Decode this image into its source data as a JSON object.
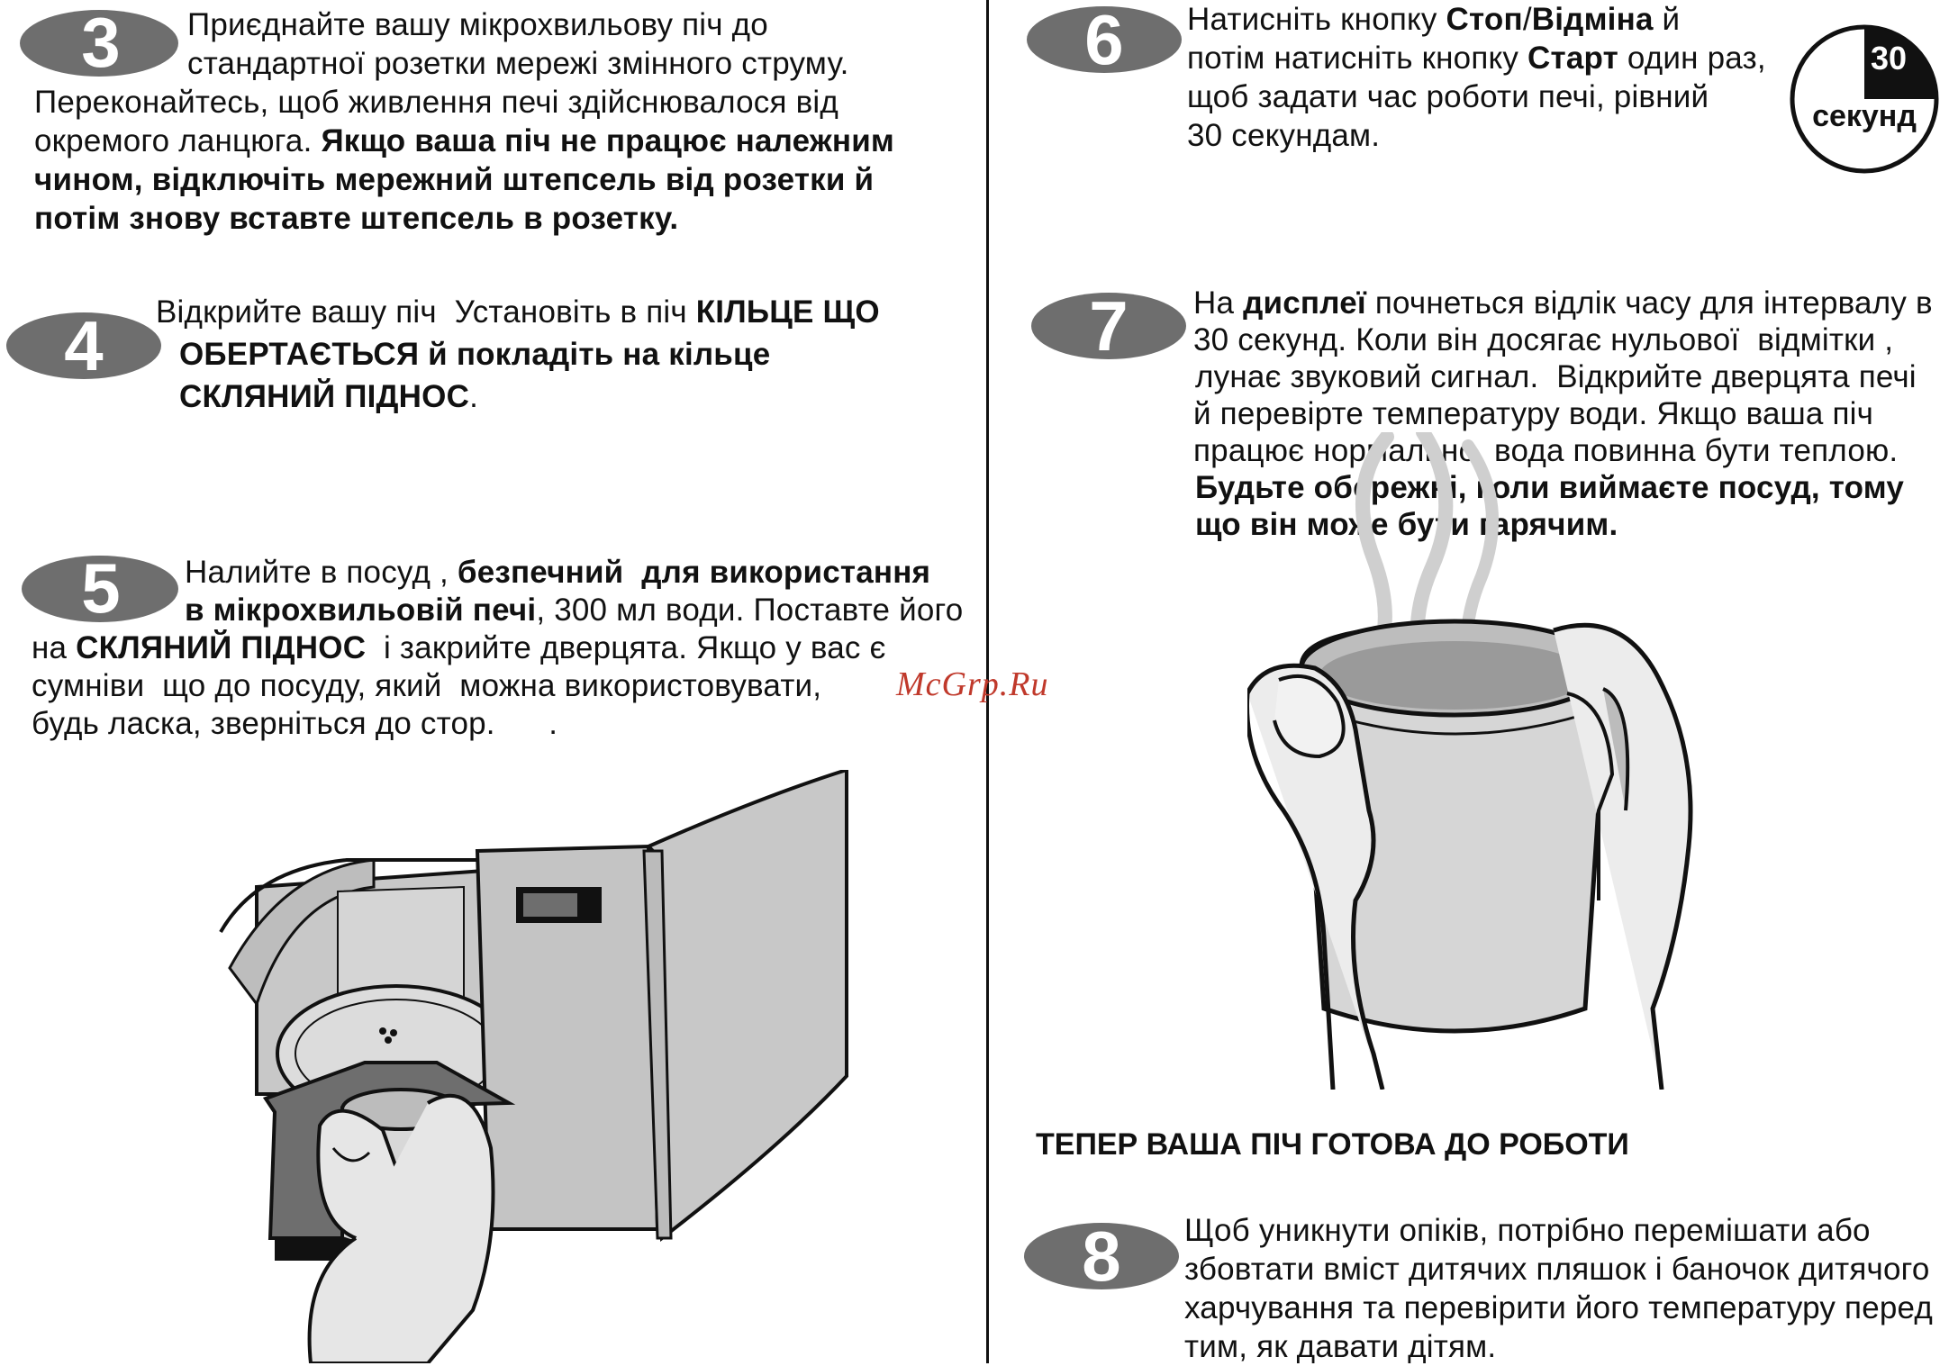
{
  "steps": {
    "s3": {
      "number": "3",
      "lines": [
        [
          {
            "t": "Приєднайте вашу мікрохвильову піч до"
          }
        ],
        [
          {
            "t": "стандартної розетки мережі змінного струму."
          }
        ],
        [
          {
            "t": "Переконайтесь, щоб живлення печі здійснювалося від"
          }
        ],
        [
          {
            "t": "окремого ланцюга. "
          },
          {
            "t": "Якщо ваша піч не працює належним",
            "b": true
          }
        ],
        [
          {
            "t": "чином, відключіть мережний штепсель від розетки й",
            "b": true
          }
        ],
        [
          {
            "t": "потім знову вставте штепсель в розетку.",
            "b": true
          }
        ]
      ]
    },
    "s4": {
      "number": "4",
      "lines": [
        [
          {
            "t": "Відкрийте вашу піч  Установіть в піч "
          },
          {
            "t": "КІЛЬЦЕ ЩО",
            "b": true
          }
        ],
        [
          {
            "t": "ОБЕРТАЄТЬСЯ й покладіть на кільце",
            "b": true
          }
        ],
        [
          {
            "t": "СКЛЯНИЙ ПІДНОС",
            "b": true
          },
          {
            "t": "."
          }
        ]
      ]
    },
    "s5": {
      "number": "5",
      "lines": [
        [
          {
            "t": "Налийте в посуд , "
          },
          {
            "t": "безпечний  для використання",
            "b": true
          }
        ],
        [
          {
            "t": "в мікрохвильовій печі",
            "b": true
          },
          {
            "t": ", 300 мл води. Поставте його"
          }
        ],
        [
          {
            "t": "на "
          },
          {
            "t": "СКЛЯНИЙ ПІДНОС",
            "b": true
          },
          {
            "t": "  і закрийте дверцята. Якщо у вас є"
          }
        ],
        [
          {
            "t": "сумніви  що до посуду, який  можна використовувати,"
          }
        ],
        [
          {
            "t": "будь ласка, зверніться до стор.      ."
          }
        ]
      ]
    },
    "s6": {
      "number": "6",
      "lines": [
        [
          {
            "t": "Натисніть кнопку "
          },
          {
            "t": "Стоп",
            "b": true
          },
          {
            "t": "/"
          },
          {
            "t": "Відміна",
            "b": true
          },
          {
            "t": " й"
          }
        ],
        [
          {
            "t": "потім натисніть кнопку "
          },
          {
            "t": "Старт",
            "b": true
          },
          {
            "t": " один раз,"
          }
        ],
        [
          {
            "t": "щоб задати час роботи печі, рівний"
          }
        ],
        [
          {
            "t": "30 секундам."
          }
        ]
      ]
    },
    "s7": {
      "number": "7",
      "lines": [
        [
          {
            "t": "На "
          },
          {
            "t": "дисплеї",
            "b": true
          },
          {
            "t": " почнеться відлік часу для інтервалу в"
          }
        ],
        [
          {
            "t": "30 секунд. Коли він досягає нульової  відмітки ,"
          }
        ],
        [
          {
            "t": "лунає звуковий сигнал.  Відкрийте дверцята печі"
          }
        ],
        [
          {
            "t": "й перевірте температуру води. Якщо ваша піч"
          }
        ],
        [
          {
            "t": "працює нормально, вода повинна бути теплою."
          }
        ],
        [
          {
            "t": "Будьте обережні, коли виймаєте посуд, тому",
            "b": true
          }
        ],
        [
          {
            "t": "що він може бути гарячим.",
            "b": true
          }
        ]
      ]
    },
    "s8": {
      "number": "8",
      "lines": [
        [
          {
            "t": "Щоб уникнути опіків, потрібно перемішати або"
          }
        ],
        [
          {
            "t": "збовтати вміст дитячих пляшок і баночок дитячого"
          }
        ],
        [
          {
            "t": "харчування та перевірити його температуру перед"
          }
        ],
        [
          {
            "t": "тим, як давати дітям."
          }
        ]
      ]
    }
  },
  "timer": {
    "number": "30",
    "label": "секунд"
  },
  "ready_heading": "ТЕПЕР ВАША ПІЧ ГОТОВА ДО РОБОТИ",
  "watermark": "McGrp.Ru",
  "colors": {
    "badge_fill": "#6e6e6e",
    "text": "#111111",
    "watermark": "#c0392b",
    "illustration_fill": "#c8c8c8"
  }
}
